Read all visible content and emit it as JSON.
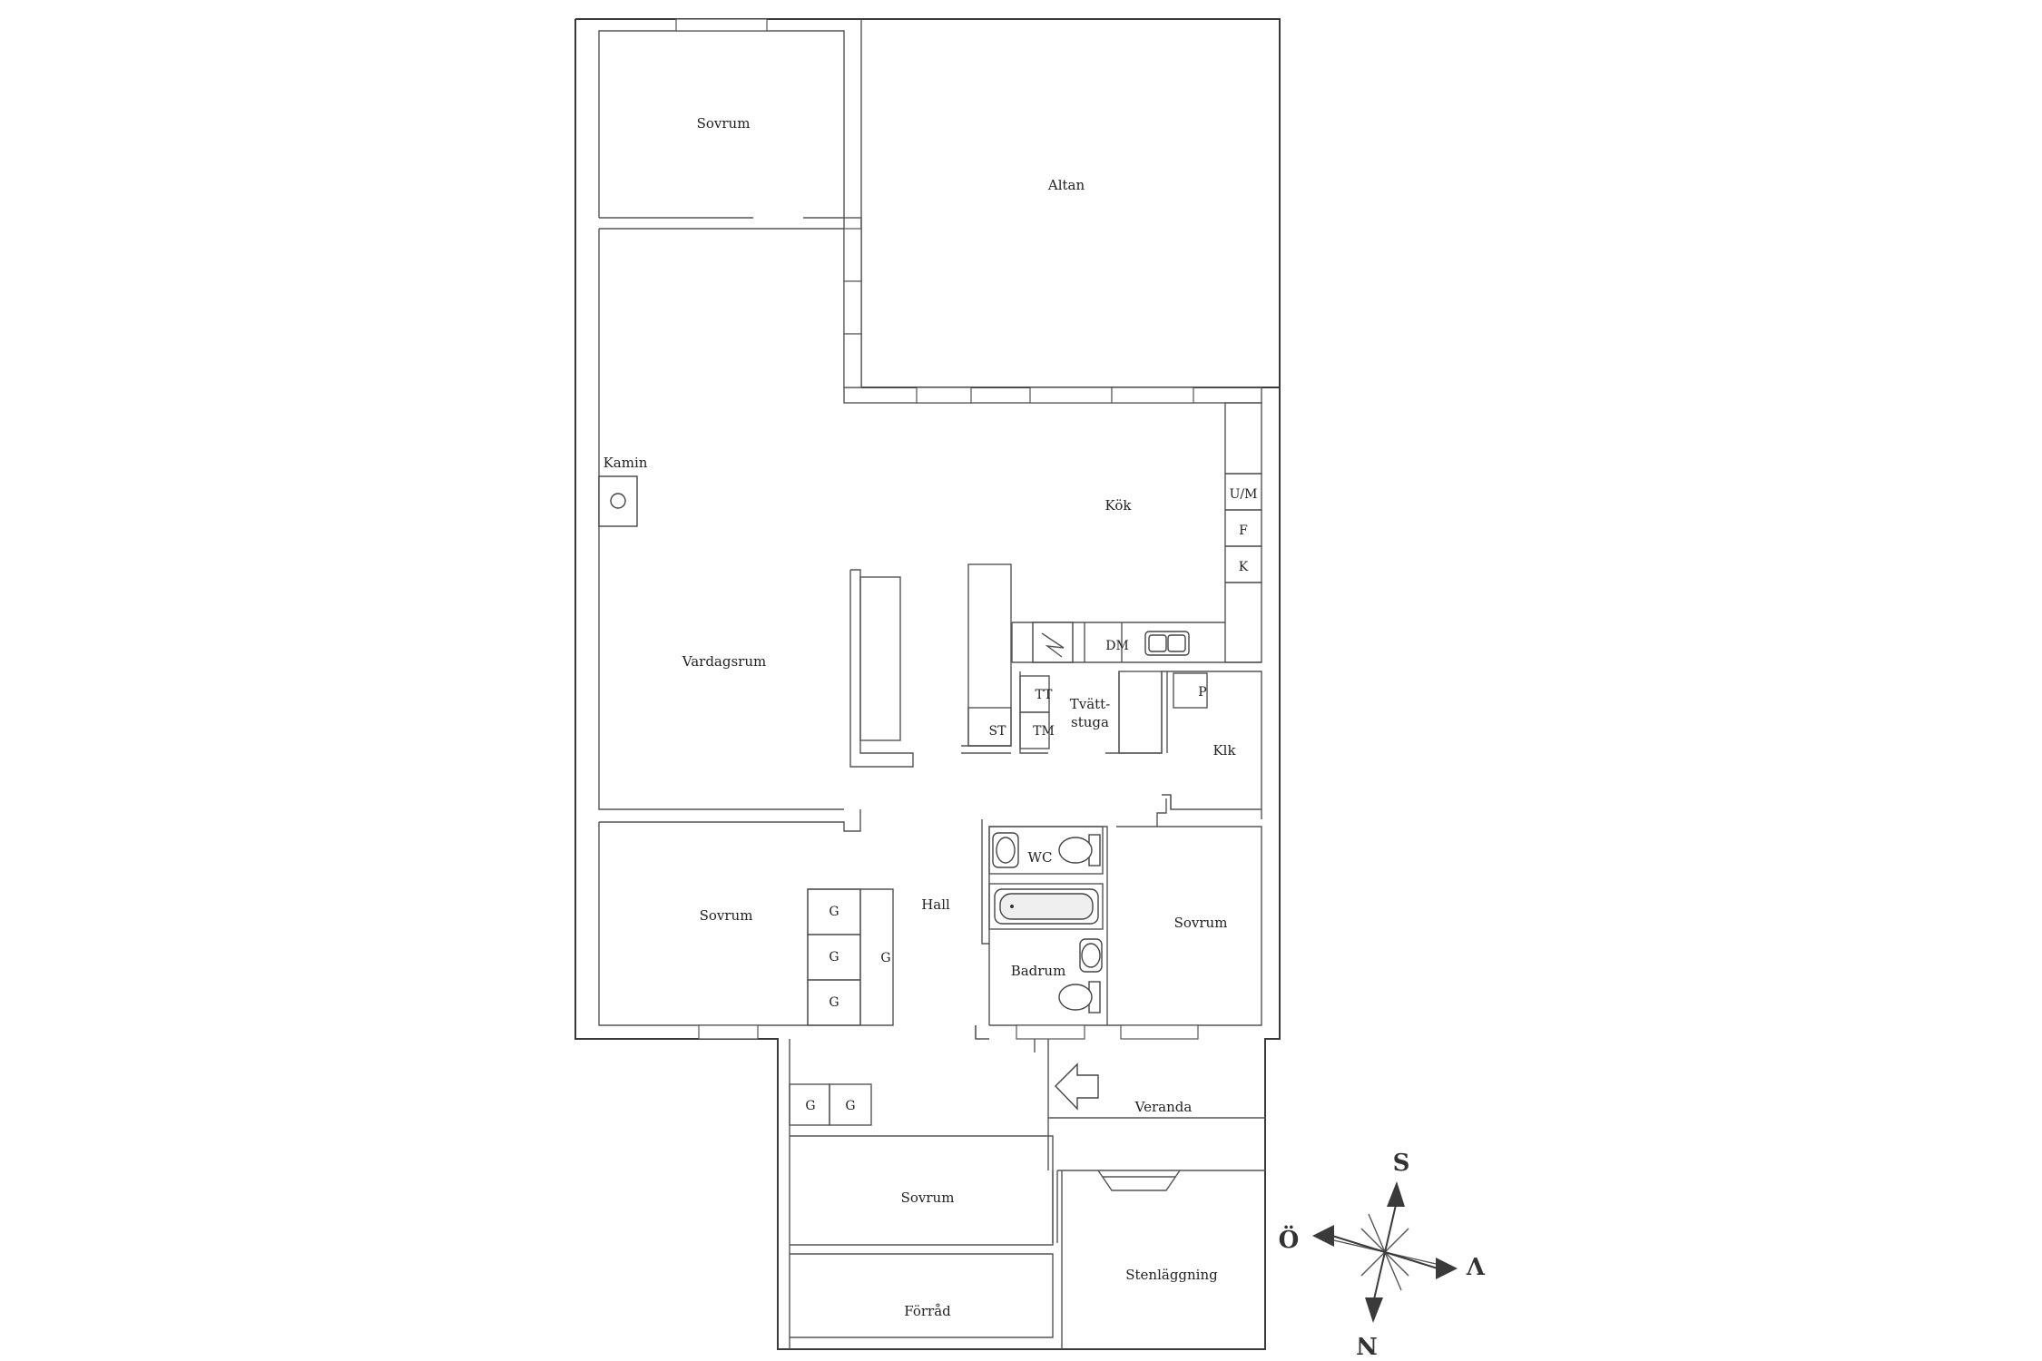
{
  "rooms": {
    "sovrum_top": "Sovrum",
    "altan": "Altan",
    "kamin": "Kamin",
    "kok": "Kök",
    "vardagsrum": "Vardagsrum",
    "tvattstuga_1": "Tvätt-",
    "tvattstuga_2": "stuga",
    "klk": "Klk",
    "sovrum_left": "Sovrum",
    "hall": "Hall",
    "wc": "WC",
    "badrum": "Badrum",
    "sovrum_right": "Sovrum",
    "veranda": "Veranda",
    "sovrum_bottom": "Sovrum",
    "forrad": "Förråd",
    "stenlaggning": "Stenläggning"
  },
  "fixtures": {
    "um": "U/M",
    "f": "F",
    "k": "K",
    "dm": "DM",
    "tt": "TT",
    "tm": "TM",
    "st": "ST",
    "p": "P",
    "g": "G"
  },
  "compass": {
    "s": "S",
    "o": "Ö",
    "v": "V",
    "n": "N"
  }
}
